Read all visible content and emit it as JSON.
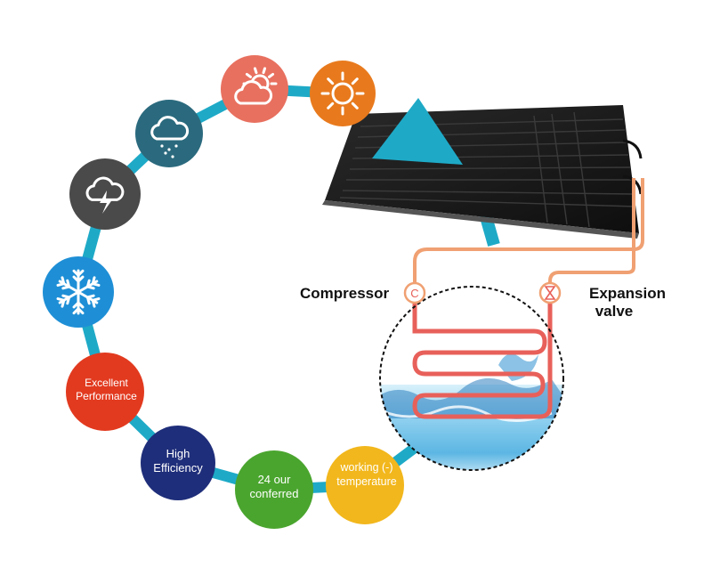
{
  "labels": {
    "compressor": "Compressor",
    "expansion_line1": "Expansion",
    "expansion_line2": "valve",
    "compressor_symbol": "C",
    "valve_symbol": "⧖"
  },
  "cycle": [
    {
      "id": "partly-cloudy",
      "icon": "sun-behind-cloud-icon",
      "color": "#e8705f"
    },
    {
      "id": "sunny",
      "icon": "sun-icon",
      "color": "#e87a1d"
    },
    {
      "id": "rainy",
      "icon": "rain-cloud-icon",
      "color": "#2b6a7e"
    },
    {
      "id": "storm",
      "icon": "lightning-cloud-icon",
      "color": "#4a4a4a"
    },
    {
      "id": "snow",
      "icon": "snowflake-icon",
      "color": "#1e8fd6"
    },
    {
      "id": "excellent",
      "line1": "Excellent",
      "line2": "Performance",
      "color": "#e23a1f"
    },
    {
      "id": "efficiency",
      "line1": "High",
      "line2": "Efficiency",
      "color": "#1f2e7a"
    },
    {
      "id": "conferred",
      "line1": "24 our",
      "line2": "conferred",
      "color": "#4aa52e"
    },
    {
      "id": "temperature",
      "line1": "working (-)",
      "line2": "temperature",
      "color": "#f2b71c"
    }
  ],
  "colors": {
    "connector": "#1eaac7",
    "pipe": "#f0a072",
    "pipe_inner": "#e8605a",
    "panel": "#1c1c1c",
    "water": "#6cc0e4"
  }
}
